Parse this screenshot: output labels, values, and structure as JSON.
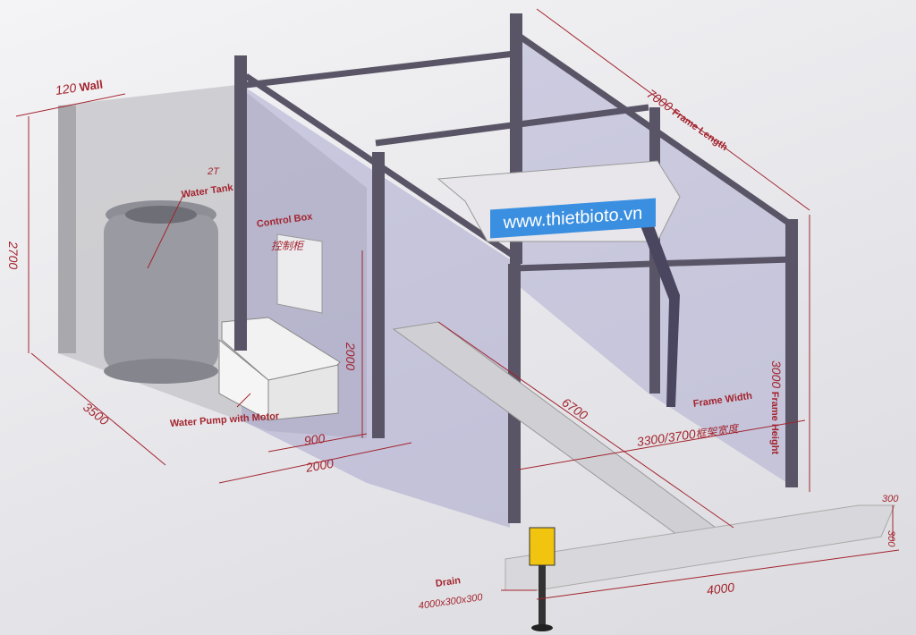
{
  "colors": {
    "dimension": "#a3242e",
    "frame": "#5a5566",
    "glass": "#9c99c8",
    "wall": "#b9b9bd",
    "banner": "#3b8fe0"
  },
  "wall": {
    "thickness": "120",
    "label": "Wall",
    "height": "2700",
    "depth": "3500"
  },
  "water_tank": {
    "capacity": "2T",
    "label": "Water Tank"
  },
  "control_box": {
    "label": "Control Box",
    "label_cn": "控制柜"
  },
  "water_pump": {
    "label": "Water Pump with Motor"
  },
  "room": {
    "height": "2000",
    "pump_width": "900",
    "width": "2000"
  },
  "frame": {
    "length": "7000",
    "length_label": "Frame Length",
    "height": "3000",
    "height_label": "Frame Height",
    "width_label": "Frame Width",
    "width": "3300/3700",
    "width_label_cn": "框架宽度"
  },
  "track": {
    "length": "6700"
  },
  "drain": {
    "label": "Drain",
    "size": "4000x300x300",
    "length": "4000",
    "width": "300",
    "depth": "300"
  },
  "banner": {
    "url": "www.thietbioto.vn"
  }
}
